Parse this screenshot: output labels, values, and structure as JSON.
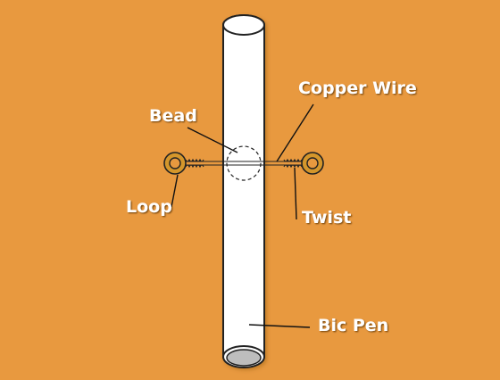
{
  "colors": {
    "background": "#E8993F",
    "pen_body": "#ffffff",
    "pen_outline": "#222222",
    "pen_end": "#bdbdbd",
    "copper": "#D4962B",
    "copper_dark": "#7a4a0e",
    "wire": "#ffffff",
    "label_text": "#ffffff"
  },
  "labels": {
    "bead": "Bead",
    "copper_wire": "Copper Wire",
    "loop": "Loop",
    "twist": "Twist",
    "bic_pen": "Bic Pen"
  }
}
